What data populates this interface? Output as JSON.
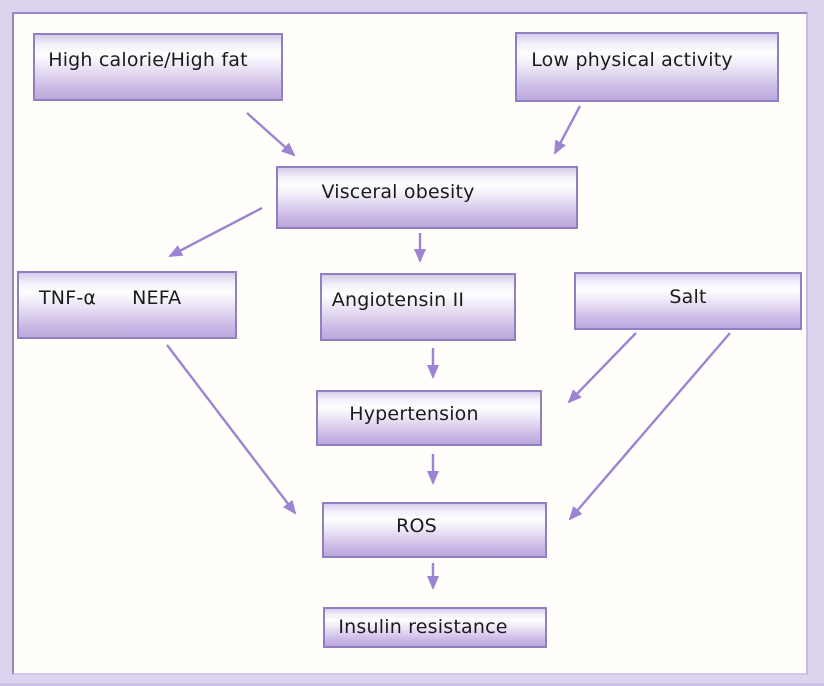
{
  "diagram": {
    "nodes": {
      "high_calorie": {
        "label": "High calorie/High fat"
      },
      "low_physical": {
        "label": "Low physical activity"
      },
      "visceral": {
        "label": "Visceral obesity"
      },
      "tnf_nefa": {
        "label_left": "TNF-α",
        "label_right": "NEFA"
      },
      "angiotensin": {
        "label": "Angiotensin II"
      },
      "salt": {
        "label": "Salt"
      },
      "hypertension": {
        "label": "Hypertension"
      },
      "ros": {
        "label": "ROS"
      },
      "insulin": {
        "label": "Insulin resistance"
      }
    },
    "edges": [
      {
        "from": "high_calorie",
        "to": "visceral"
      },
      {
        "from": "low_physical",
        "to": "visceral"
      },
      {
        "from": "visceral",
        "to": "tnf_nefa"
      },
      {
        "from": "visceral",
        "to": "angiotensin"
      },
      {
        "from": "angiotensin",
        "to": "hypertension"
      },
      {
        "from": "salt",
        "to": "hypertension"
      },
      {
        "from": "salt",
        "to": "ros"
      },
      {
        "from": "hypertension",
        "to": "ros"
      },
      {
        "from": "tnf_nefa",
        "to": "ros"
      },
      {
        "from": "ros",
        "to": "insulin"
      }
    ],
    "colors": {
      "arrow": "#9c83d3",
      "box_border": "#9080c0",
      "box_gradient_top": "#d6cceb",
      "box_gradient_bottom": "#bca8de",
      "frame_border": "#9b87c6",
      "page_background": "#dcd4ee",
      "panel_background": "#fffefb",
      "text": "#1b1b1b"
    }
  }
}
